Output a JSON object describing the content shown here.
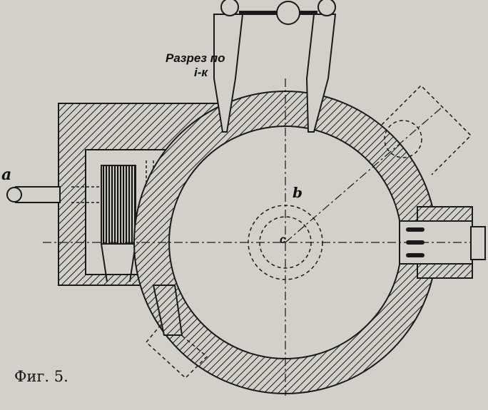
{
  "figure": {
    "caption": "Фиг. 5.",
    "section_label_line1": "Разрез по",
    "section_label_line2": "i-к",
    "point_a": "a",
    "point_b": "b",
    "point_c": "c"
  },
  "colors": {
    "paper": "#d3d0c9",
    "ink": "#1a1a1a"
  }
}
